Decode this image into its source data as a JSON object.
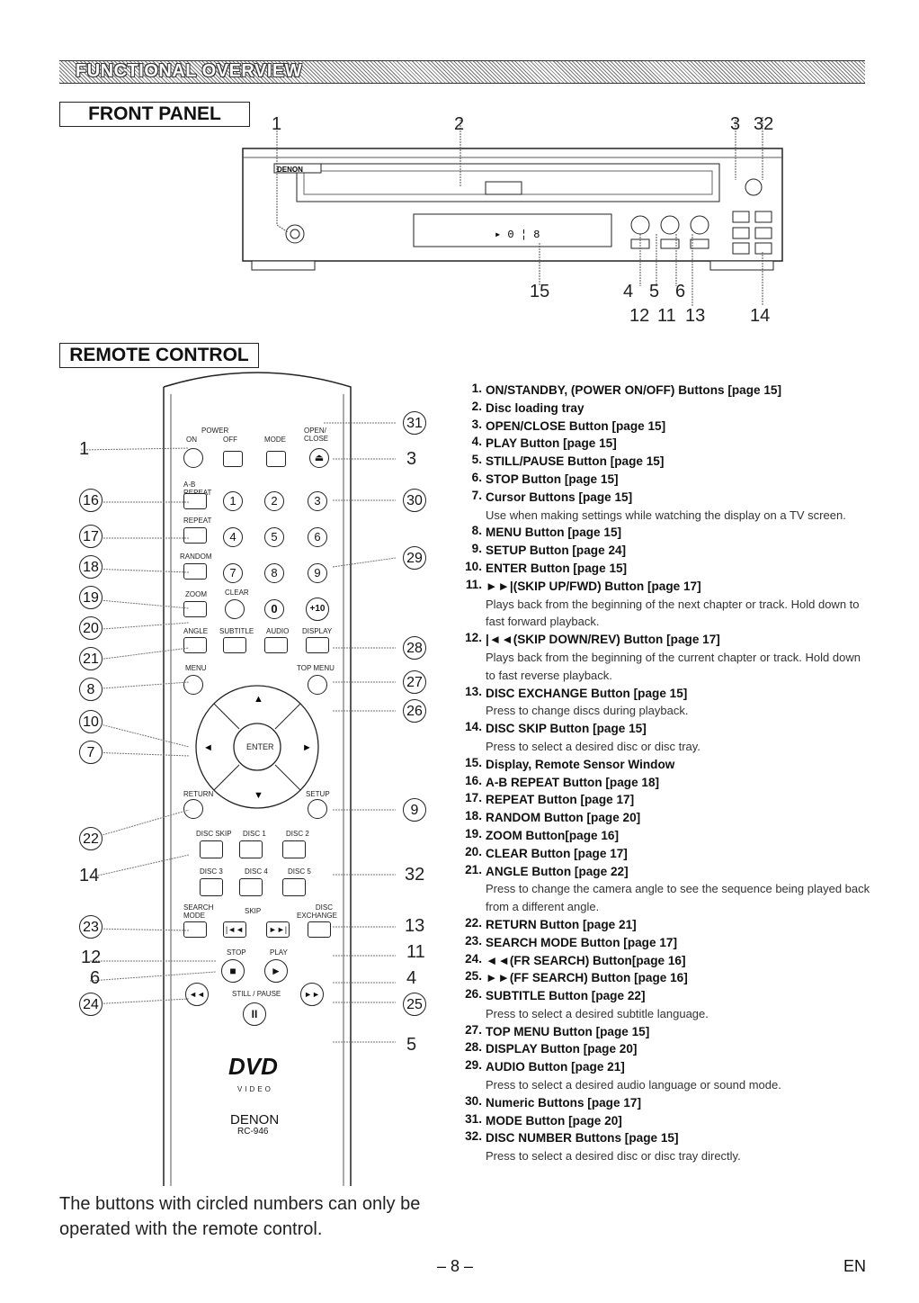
{
  "header": {
    "title": "FUNCTIONAL OVERVIEW"
  },
  "front_panel": {
    "title": "FRONT PANEL",
    "brand": "DENON",
    "callouts_top": [
      "1",
      "2",
      "3",
      "32"
    ],
    "callouts_bottom": [
      "15",
      "4",
      "5",
      "6",
      "12",
      "11",
      "13",
      "14"
    ]
  },
  "remote": {
    "title": "REMOTE CONTROL",
    "brand": "DENON",
    "model": "RC-946",
    "logo_sub": "VIDEO",
    "left_callouts": [
      "1",
      "16",
      "17",
      "18",
      "19",
      "20",
      "21",
      "8",
      "10",
      "7",
      "22",
      "14",
      "23",
      "12",
      "6",
      "24"
    ],
    "right_callouts": [
      "31",
      "3",
      "30",
      "29",
      "28",
      "27",
      "26",
      "9",
      "32",
      "13",
      "11",
      "4",
      "25",
      "5"
    ],
    "button_labels": {
      "power": "POWER",
      "on": "ON",
      "off": "OFF",
      "mode": "MODE",
      "open_close": "OPEN/ CLOSE",
      "ab_repeat": "A-B REPEAT",
      "repeat": "REPEAT",
      "random": "RANDOM",
      "zoom": "ZOOM",
      "clear": "CLEAR",
      "angle": "ANGLE",
      "subtitle": "SUBTITLE",
      "audio": "AUDIO",
      "display": "DISPLAY",
      "menu": "MENU",
      "top_menu": "TOP MENU",
      "enter": "ENTER",
      "return": "RETURN",
      "setup": "SETUP",
      "disc_skip": "DISC SKIP",
      "disc1": "DISC 1",
      "disc2": "DISC 2",
      "disc3": "DISC 3",
      "disc4": "DISC 4",
      "disc5": "DISC 5",
      "search_mode": "SEARCH MODE",
      "skip": "SKIP",
      "disc_exchange": "DISC EXCHANGE",
      "stop": "STOP",
      "play": "PLAY",
      "still_pause": "STILL / PAUSE",
      "num1": "1",
      "num2": "2",
      "num3": "3",
      "num4": "4",
      "num5": "5",
      "num6": "6",
      "num7": "7",
      "num8": "8",
      "num9": "9",
      "num0": "0",
      "num10": "+10"
    }
  },
  "features": [
    {
      "n": "1.",
      "t": "ON/STANDBY, (POWER ON/OFF) Buttons [page 15]",
      "d": ""
    },
    {
      "n": "2.",
      "t": "Disc loading tray",
      "d": ""
    },
    {
      "n": "3.",
      "t": "OPEN/CLOSE Button [page 15]",
      "d": ""
    },
    {
      "n": "4.",
      "t": "PLAY Button [page 15]",
      "d": ""
    },
    {
      "n": "5.",
      "t": "STILL/PAUSE Button [page 15]",
      "d": ""
    },
    {
      "n": "6.",
      "t": "STOP Button [page 15]",
      "d": ""
    },
    {
      "n": "7.",
      "t": "Cursor Buttons [page 15]",
      "d": "Use when making settings while watching the display on a TV screen."
    },
    {
      "n": "8.",
      "t": "MENU Button [page 15]",
      "d": ""
    },
    {
      "n": "9.",
      "t": "SETUP Button [page 24]",
      "d": ""
    },
    {
      "n": "10.",
      "t": "ENTER Button [page 15]",
      "d": ""
    },
    {
      "n": "11.",
      "t": "►►|(SKIP UP/FWD) Button [page 17]",
      "d": "Plays back from the beginning of the next chapter or track. Hold down to fast forward playback."
    },
    {
      "n": "12.",
      "t": "|◄◄(SKIP DOWN/REV) Button [page 17]",
      "d": "Plays back from the beginning of the current chapter or track. Hold down to fast reverse playback."
    },
    {
      "n": "13.",
      "t": "DISC EXCHANGE Button [page 15]",
      "d": "Press to change discs during playback."
    },
    {
      "n": "14.",
      "t": "DISC SKIP Button [page 15]",
      "d": "Press to select a desired disc or disc tray."
    },
    {
      "n": "15.",
      "t": "Display, Remote Sensor Window",
      "d": ""
    },
    {
      "n": "16.",
      "t": "A-B REPEAT Button [page 18]",
      "d": ""
    },
    {
      "n": "17.",
      "t": "REPEAT Button [page 17]",
      "d": ""
    },
    {
      "n": "18.",
      "t": "RANDOM Button [page 20]",
      "d": ""
    },
    {
      "n": "19.",
      "t": "ZOOM Button[page 16]",
      "d": ""
    },
    {
      "n": "20.",
      "t": "CLEAR Button [page 17]",
      "d": ""
    },
    {
      "n": "21.",
      "t": "ANGLE Button [page 22]",
      "d": "Press to change the camera angle to see the sequence being played back from a different angle."
    },
    {
      "n": "22.",
      "t": "RETURN Button [page 21]",
      "d": ""
    },
    {
      "n": "23.",
      "t": "SEARCH MODE Button [page 17]",
      "d": ""
    },
    {
      "n": "24.",
      "t": "◄◄(FR SEARCH) Button[page 16]",
      "d": ""
    },
    {
      "n": "25.",
      "t": "►►(FF SEARCH) Button [page 16]",
      "d": ""
    },
    {
      "n": "26.",
      "t": "SUBTITLE Button [page 22]",
      "d": "Press to select a desired subtitle language."
    },
    {
      "n": "27.",
      "t": "TOP MENU Button [page 15]",
      "d": ""
    },
    {
      "n": "28.",
      "t": "DISPLAY Button [page 20]",
      "d": ""
    },
    {
      "n": "29.",
      "t": "AUDIO Button [page 21]",
      "d": "Press to select a desired audio language or sound mode."
    },
    {
      "n": "30.",
      "t": "Numeric Buttons [page 17]",
      "d": ""
    },
    {
      "n": "31.",
      "t": "MODE Button [page 20]",
      "d": ""
    },
    {
      "n": "32.",
      "t": "DISC NUMBER Buttons [page 15]",
      "d": "Press to select a desired disc or disc tray directly."
    }
  ],
  "note": "The buttons with circled numbers can only be operated with the remote control.",
  "footer": {
    "page": "– 8 –",
    "lang": "EN"
  }
}
